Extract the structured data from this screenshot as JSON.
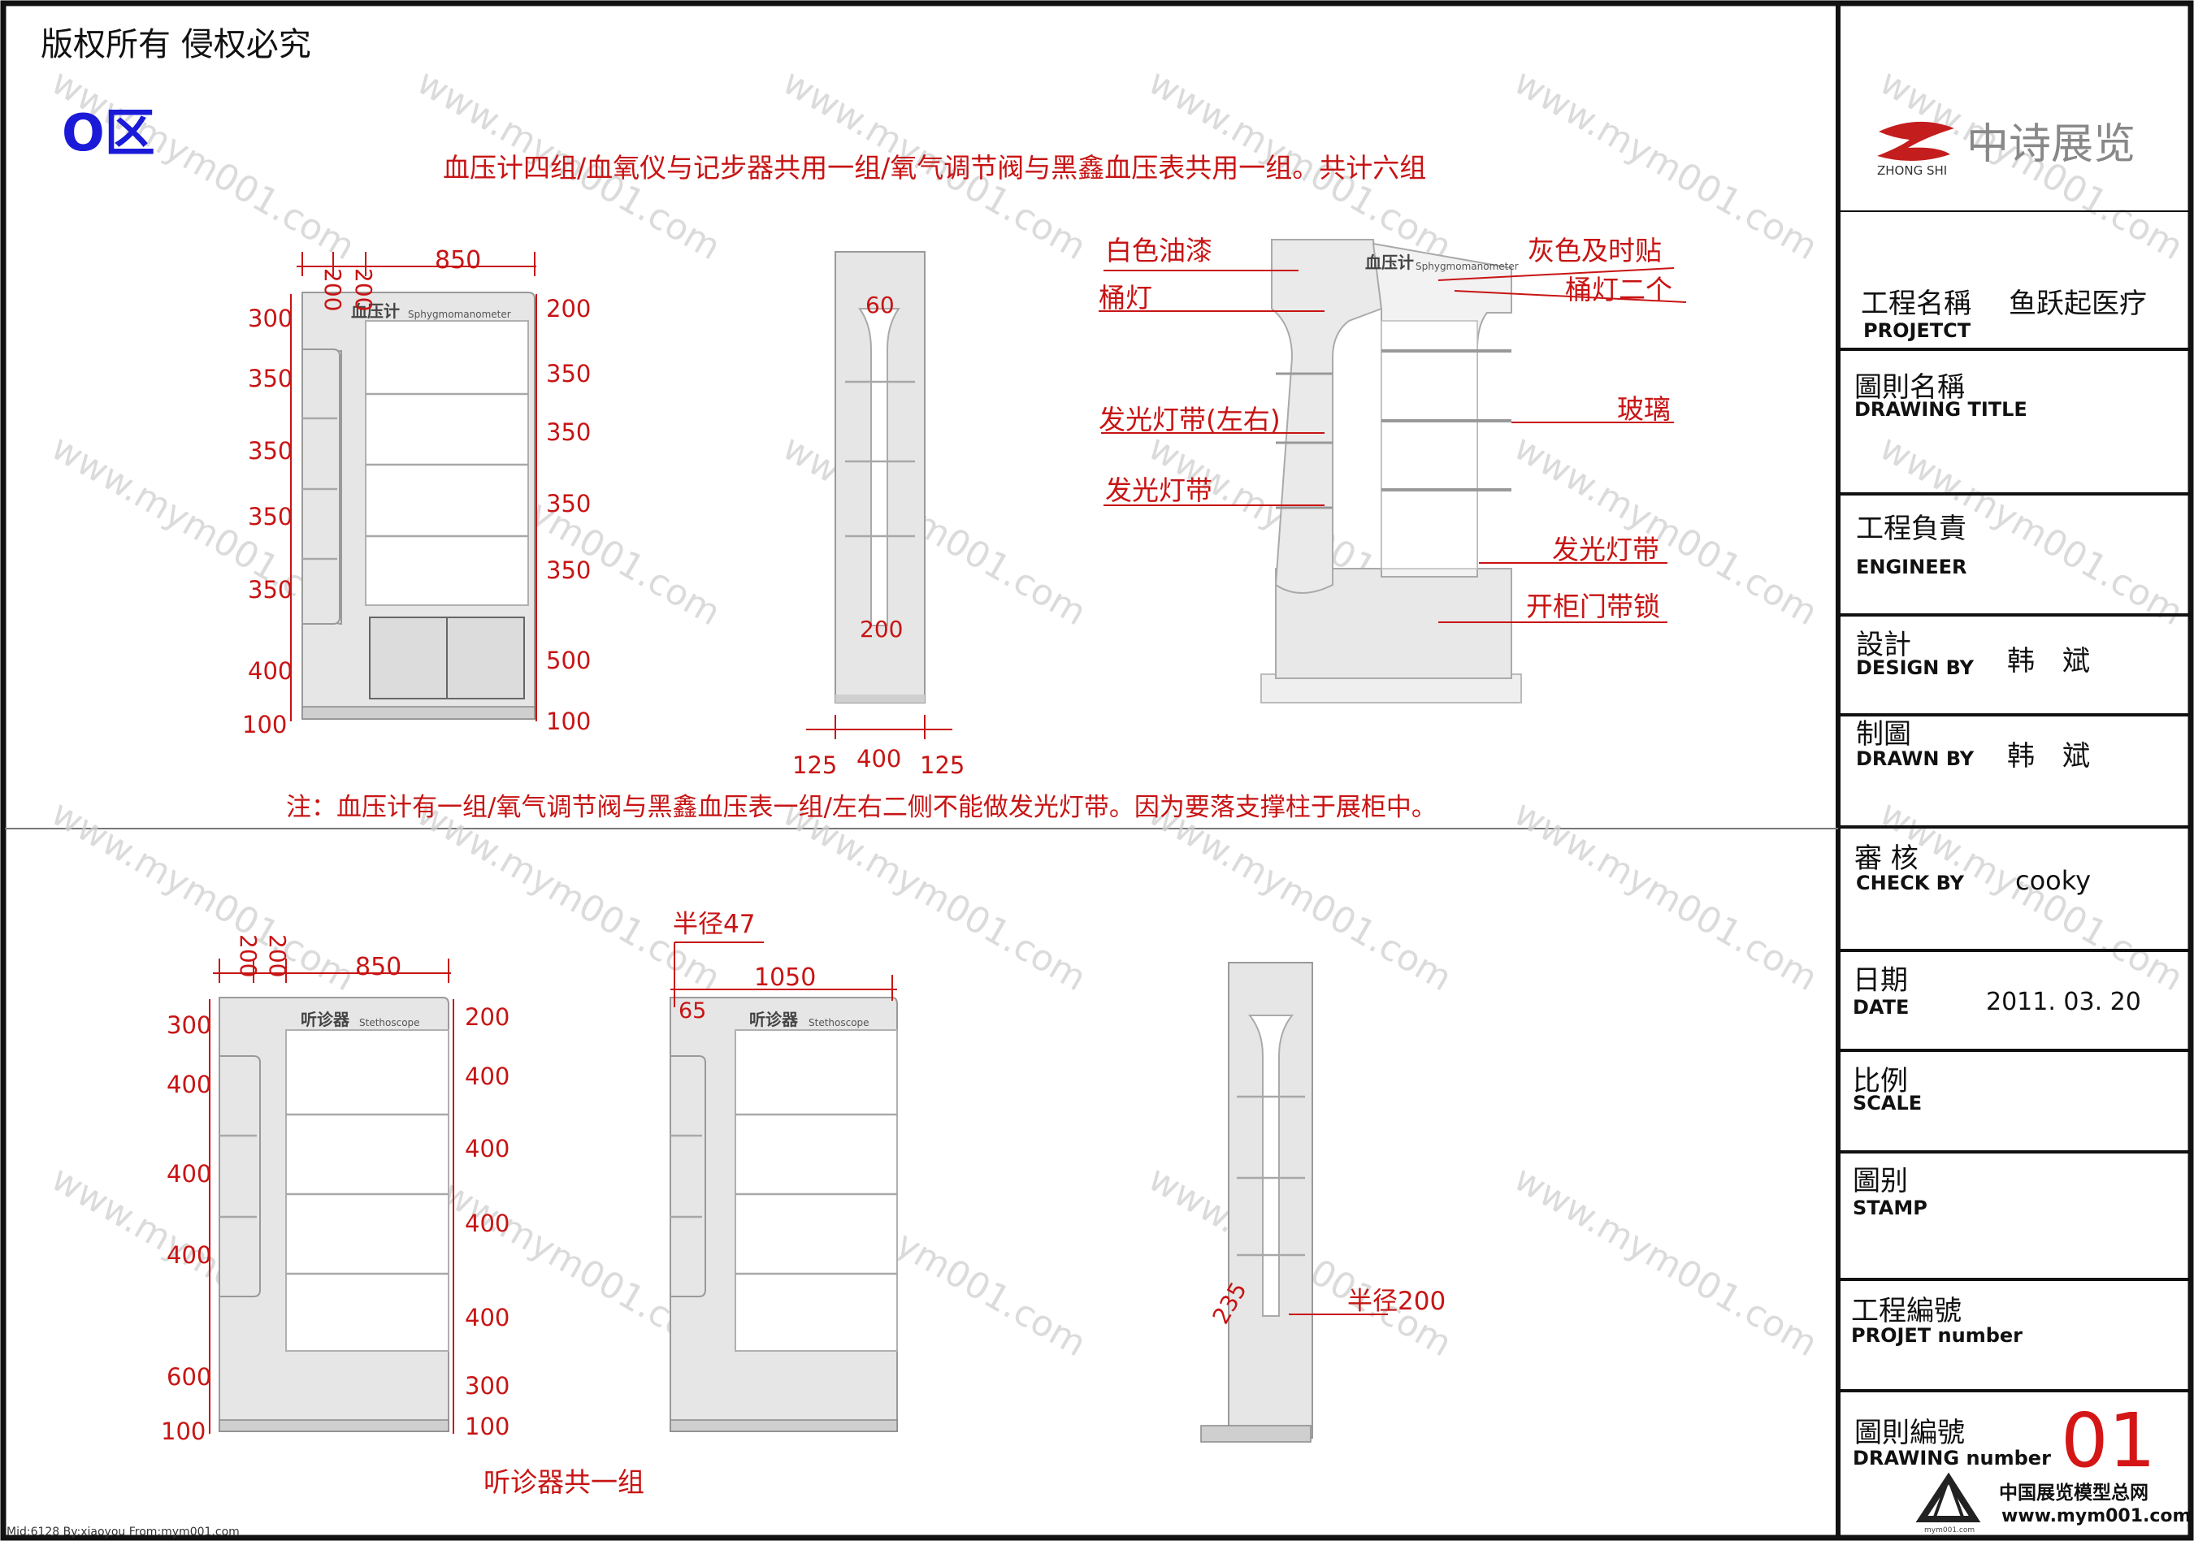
{
  "copyright": "版权所有  侵权必究",
  "zone_label": "O区",
  "header_note": "血压计四组/血氧仪与记步器共用一组/氧气调节阀与黑鑫血压表共用一组。共计六组",
  "middle_note": "注：血压计有一组/氧气调节阀与黑鑫血压表一组/左右二侧不能做发光灯带。因为要落支撑柱于展柜中。",
  "watermark": "www.mym001.com",
  "footer_left": "Mid:6128 By:xiaoyou From:mym001.com",
  "cabinet_top": {
    "brand": "血压计",
    "brand_en": "Sphygmomanometer",
    "dims_top": [
      "200",
      "200",
      "850"
    ],
    "dims_left": [
      "300",
      "350",
      "350",
      "350",
      "350",
      "400",
      "100"
    ],
    "dims_right": [
      "200",
      "350",
      "350",
      "350",
      "350",
      "500",
      "100"
    ]
  },
  "side_top": {
    "dim_top": "60",
    "dim_mid": "200",
    "dims_bottom": [
      "125",
      "400",
      "125"
    ]
  },
  "render_top": {
    "brand": "血压计",
    "brand_en": "Sphygmomanometer",
    "callouts": {
      "white_paint": "白色油漆",
      "spot_light": "桶灯",
      "led_side": "发光灯带(左右)",
      "led": "发光灯带",
      "grey_sticker": "灰色及时贴",
      "spot_lights_two": "桶灯二个",
      "glass": "玻璃",
      "led_base": "发光灯带",
      "cabinet_lock": "开柜门带锁"
    }
  },
  "cabinet_bottom": {
    "brand": "听诊器",
    "brand_en": "Stethoscope",
    "dims_top": [
      "200",
      "200",
      "850"
    ],
    "dims_left": [
      "300",
      "400",
      "400",
      "400",
      "600",
      "100"
    ],
    "dims_right": [
      "200",
      "400",
      "400",
      "400",
      "400",
      "300",
      "100"
    ],
    "caption": "听诊器共一组"
  },
  "cabinet_bottom2": {
    "brand": "听诊器",
    "brand_en": "Stethoscope",
    "radius_label": "半径47",
    "width_label": "1050",
    "corner_label": "65"
  },
  "side_bottom": {
    "dim_angle": "235",
    "radius_label": "半径200"
  },
  "title_block": {
    "company": "中诗展览",
    "company_en": "ZHONG SHI",
    "project_label": "工程名稱",
    "project_label_en": "PROJETCT",
    "project_value": "鱼跃起医疗",
    "drawing_title_label": "圖則名稱",
    "drawing_title_label_en": "DRAWING TITLE",
    "engineer_label": "工程負責",
    "engineer_label_en": "ENGINEER",
    "design_label": "設計",
    "design_label_en": "DESIGN BY",
    "design_value": "韩　斌",
    "drawn_label": "制圖",
    "drawn_label_en": "DRAWN BY",
    "drawn_value": "韩　斌",
    "check_label": "審 核",
    "check_label_en": "CHECK BY",
    "check_value": "cooky",
    "date_label": "日期",
    "date_label_en": "DATE",
    "date_value": "2011. 03. 20",
    "scale_label": "比例",
    "scale_label_en": "SCALE",
    "stamp_label": "圖别",
    "stamp_label_en": "STAMP",
    "projet_no_label": "工程編號",
    "projet_no_label_en": "PROJET number",
    "drawing_no_label": "圖則編號",
    "drawing_no_label_en": "DRAWING number",
    "drawing_no_value": "01",
    "site_name": "中国展览模型总网",
    "site_url": "www.mym001.com",
    "site_logo_text": "mym001.com"
  }
}
